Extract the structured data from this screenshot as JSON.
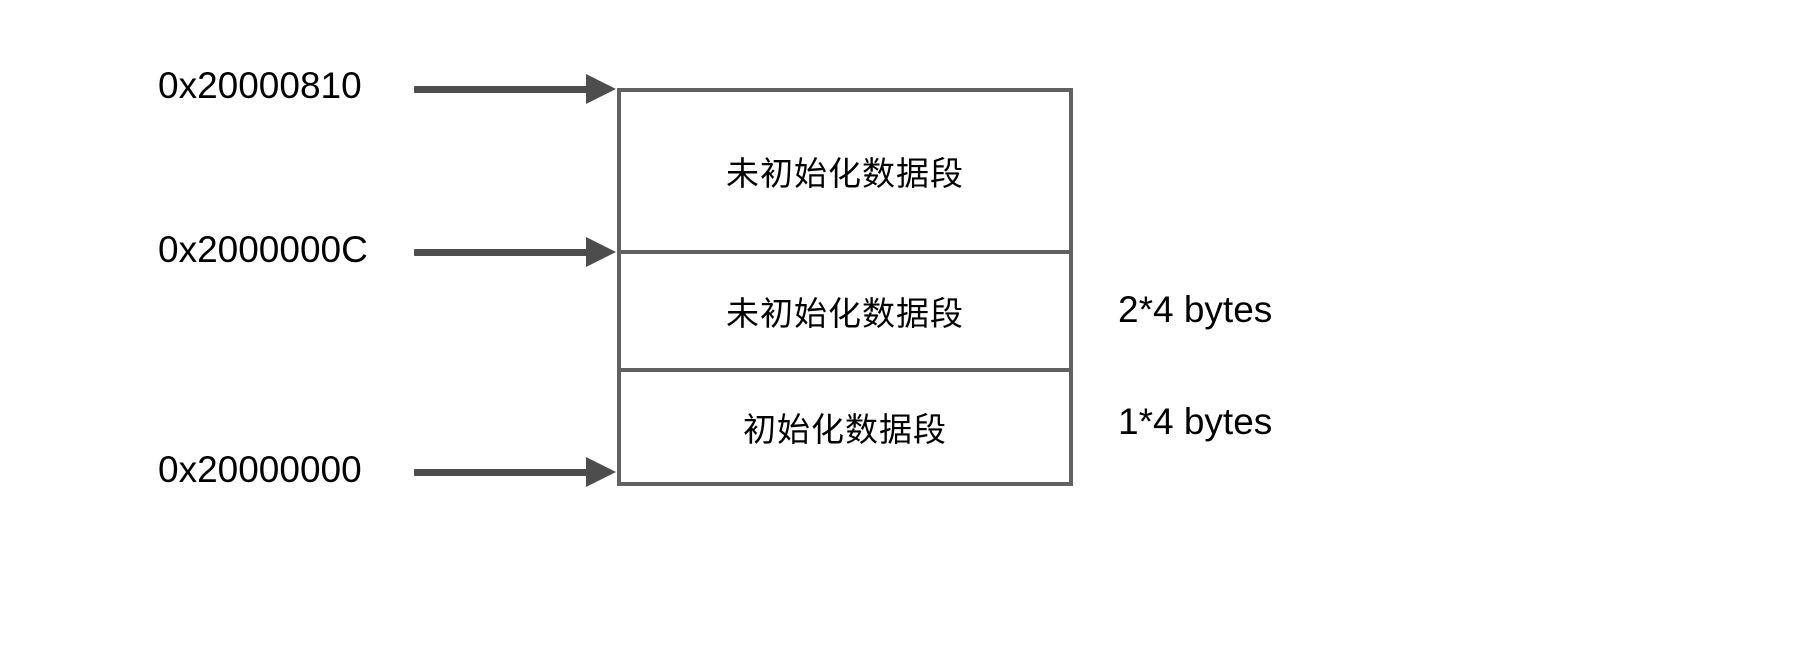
{
  "diagram": {
    "title": "memory-segment-layout",
    "addresses": [
      {
        "id": "top",
        "label": "0x20000810"
      },
      {
        "id": "middle",
        "label": "0x2000000C"
      },
      {
        "id": "bottom",
        "label": "0x20000000"
      }
    ],
    "segments": [
      {
        "id": "bss",
        "label": "未初始化数据段",
        "size": ""
      },
      {
        "id": "uninit",
        "label": "未初始化数据段",
        "size": "2*4 bytes"
      },
      {
        "id": "init",
        "label": "初始化数据段",
        "size": "1*4 bytes"
      }
    ],
    "sizes": {
      "uninit": "2*4 bytes",
      "init": "1*4 bytes"
    },
    "colors": {
      "background": "#ffffff",
      "box_border": "#616161",
      "arrow": "#4d4d4d",
      "text": "#000000"
    }
  }
}
